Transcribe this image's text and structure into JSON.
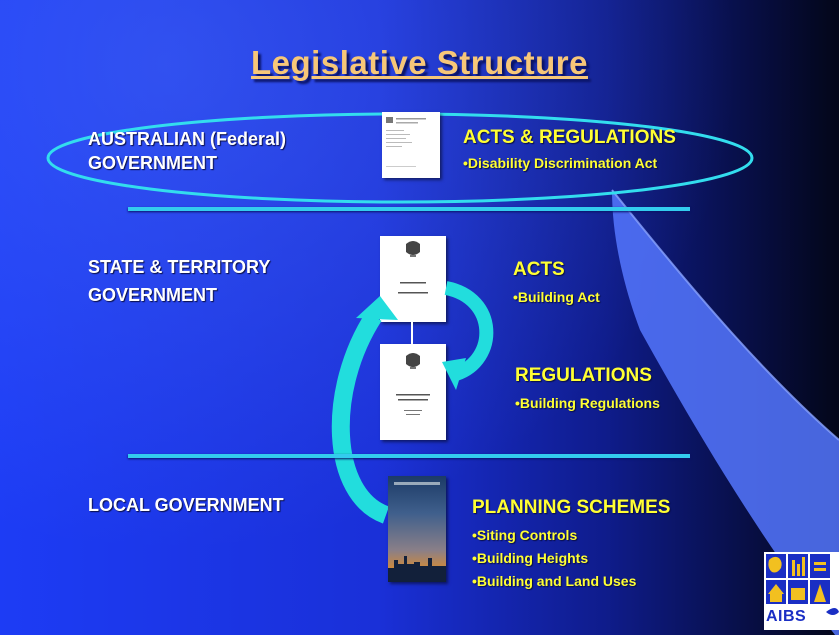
{
  "slide": {
    "title": "Legislative Structure",
    "federal": {
      "label_line1": "AUSTRALIAN (Federal)",
      "label_line2": "GOVERNMENT",
      "heading": "ACTS & REGULATIONS",
      "items": [
        "•Disability Discrimination Act"
      ]
    },
    "state": {
      "label_line1": "STATE & TERRITORY",
      "label_line2": "GOVERNMENT",
      "acts_heading": "ACTS",
      "acts_items": [
        "•Building Act"
      ],
      "regs_heading": "REGULATIONS",
      "regs_items": [
        "•Building Regulations"
      ]
    },
    "local": {
      "label": "LOCAL GOVERNMENT",
      "heading": "PLANNING SCHEMES",
      "items": [
        "•Siting Controls",
        "•Building Heights",
        "•Building and Land Uses"
      ]
    },
    "logo_text": "AIBS",
    "colors": {
      "title": "#f7c778",
      "heading": "#ffff33",
      "label": "#ffffff",
      "rule": "#33ccee",
      "arrow": "#22dddd",
      "background": "#1d3cf5"
    }
  }
}
